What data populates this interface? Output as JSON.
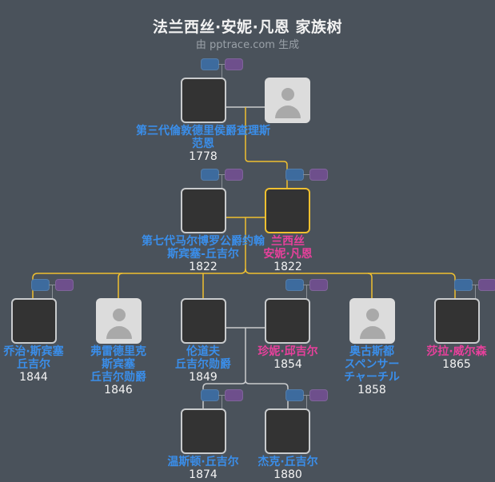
{
  "header": {
    "title": "法兰西丝·安妮·凡恩 家族树",
    "subtitle": "由 pptrace.com 生成"
  },
  "colors": {
    "background": "#4a525b",
    "male_name": "#3a8eea",
    "female_name": "#e8409c",
    "lineage_line": "#f0c030",
    "spouse_line": "#c9cbcd",
    "male_pill": "#3d6b9e",
    "female_pill": "#6e4f8c"
  },
  "people": {
    "p1": {
      "name_line1": "第三代倫敦德里侯爵查理斯",
      "name_line2": "范恩",
      "year": "1778",
      "gender": "male",
      "photo": "portrait"
    },
    "p1_spouse": {
      "gender": "unknown",
      "photo": "placeholder"
    },
    "p2": {
      "name_line1": "第七代马尔博罗公爵约翰",
      "name_line2": "斯宾塞-丘吉尔",
      "year": "1822",
      "gender": "male",
      "photo": "portrait"
    },
    "p3": {
      "name_line1": "兰西丝",
      "name_line2": "安妮·凡恩",
      "year": "1822",
      "gender": "female",
      "photo": "portrait",
      "focus": true
    },
    "c1": {
      "name_line1": "乔治·斯宾塞",
      "name_line2": "丘吉尔",
      "year": "1844",
      "gender": "male",
      "photo": "portrait"
    },
    "c2": {
      "name_line1": "弗雷德里克",
      "name_line2": "斯宾塞",
      "name_line3": "丘吉尔勋爵",
      "year": "1846",
      "gender": "male",
      "photo": "placeholder"
    },
    "c3": {
      "name_line1": "伦道夫",
      "name_line2": "丘吉尔勋爵",
      "year": "1849",
      "gender": "male",
      "photo": "portrait"
    },
    "c3_spouse": {
      "name_line1": "珍妮·邱吉尔",
      "year": "1854",
      "gender": "female",
      "photo": "portrait"
    },
    "c4": {
      "name_line1": "奥古斯都",
      "name_line2": "スペンサー",
      "name_line3": "チャーチル",
      "year": "1858",
      "gender": "male",
      "photo": "placeholder"
    },
    "c5": {
      "name_line1": "莎拉·威尔森",
      "year": "1865",
      "gender": "female",
      "photo": "portrait"
    },
    "g1": {
      "name_line1": "温斯顿·丘吉尔",
      "year": "1874",
      "gender": "male",
      "photo": "portrait"
    },
    "g2": {
      "name_line1": "杰克·丘吉尔",
      "year": "1880",
      "gender": "male",
      "photo": "portrait"
    }
  }
}
